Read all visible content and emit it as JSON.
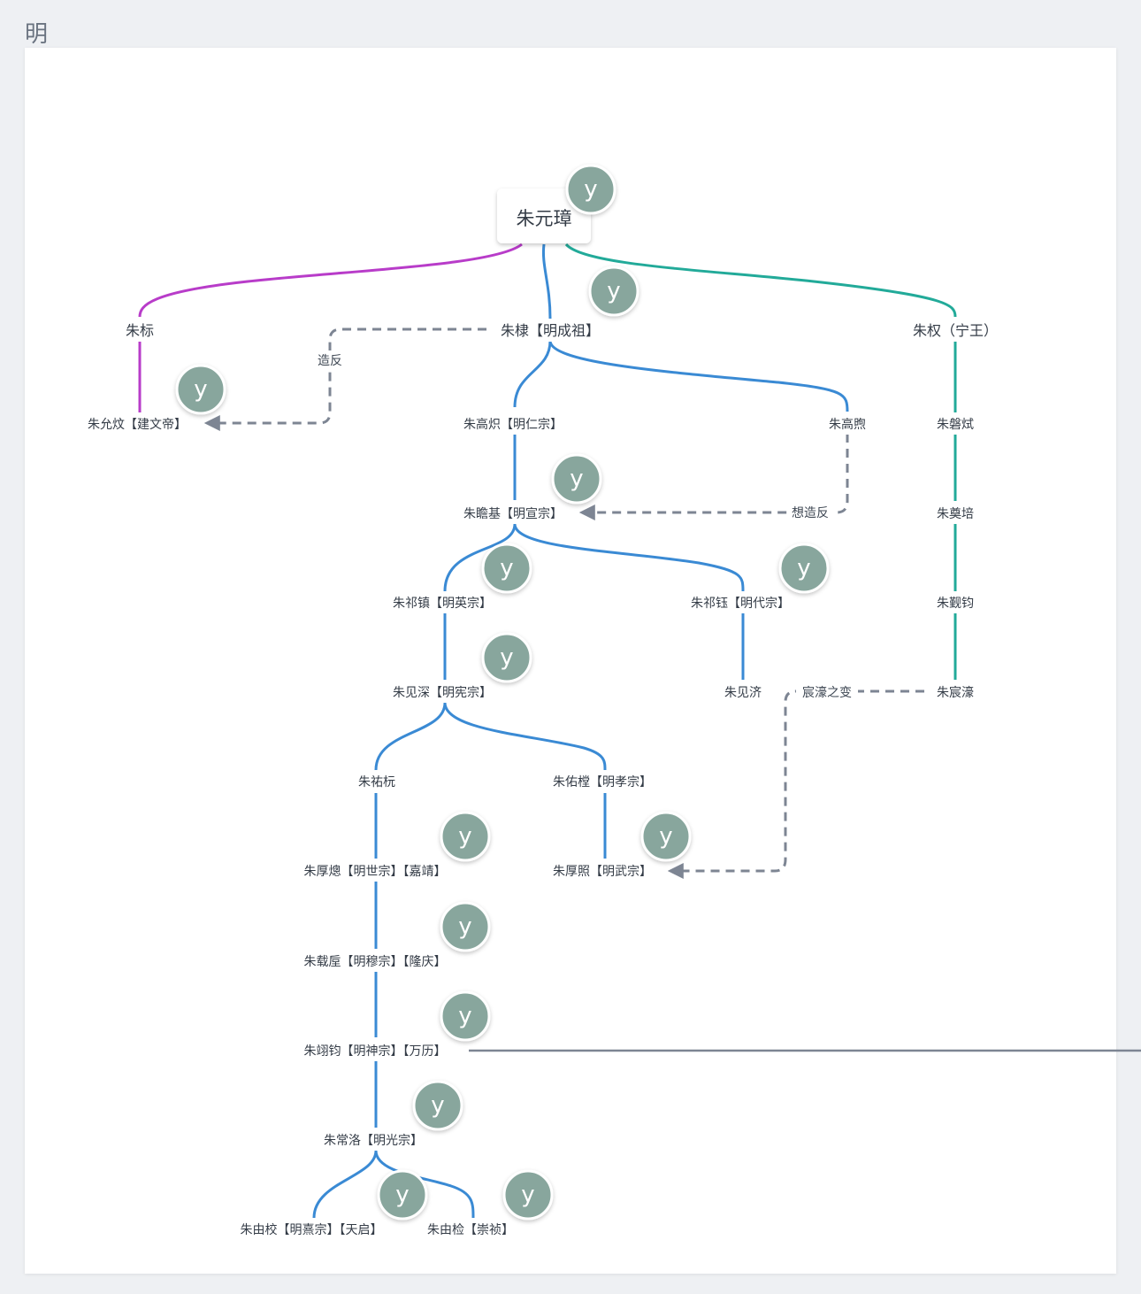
{
  "page": {
    "title": "明"
  },
  "colors": {
    "purple": "#b83cc9",
    "blue": "#3a8ad4",
    "teal": "#22aa99",
    "dash": "#7d8593",
    "avatar": "#88a69d",
    "connector": "#7d8593"
  },
  "avatar_letter": "y",
  "nodes": {
    "root": "朱元璋",
    "zhubiao": "朱标",
    "zhudi": "朱棣【明成祖】",
    "zhuquan": "朱权（宁王）",
    "zhuyunwen": "朱允炆【建文帝】",
    "zhugaochi": "朱高炽【明仁宗】",
    "zhugaoxu": "朱高煦",
    "zhupanshi": "朱磐烒",
    "zhuzhanji": "朱瞻基【明宣宗】",
    "zhudianpei": "朱奠培",
    "zhuqizhen": "朱祁镇【明英宗】",
    "zhuqiyu": "朱祁钰【明代宗】",
    "zhujunjun": "朱觐钧",
    "zhujianshen": "朱见深【明宪宗】",
    "zhujianji": "朱见济",
    "zhuchenhao": "朱宸濠",
    "zhuyouyuan": "朱祐杬",
    "zhuyoucheng": "朱佑樘【明孝宗】",
    "zhuhoucong": "朱厚熜【明世宗】【嘉靖】",
    "zhuhouzhao": "朱厚照【明武宗】",
    "zhuzaiji": "朱载垕【明穆宗】【隆庆】",
    "zhuyijun": "朱翊钧【明神宗】【万历】",
    "zhuchangluo": "朱常洛【明光宗】",
    "zhuyouxiao": "朱由校【明熹宗】【天启】",
    "zhuyoujian": "朱由检【崇祯】"
  },
  "edge_labels": {
    "zaofan": "造反",
    "xiangzaofan": "想造反",
    "chenhao": "宸濠之变"
  }
}
